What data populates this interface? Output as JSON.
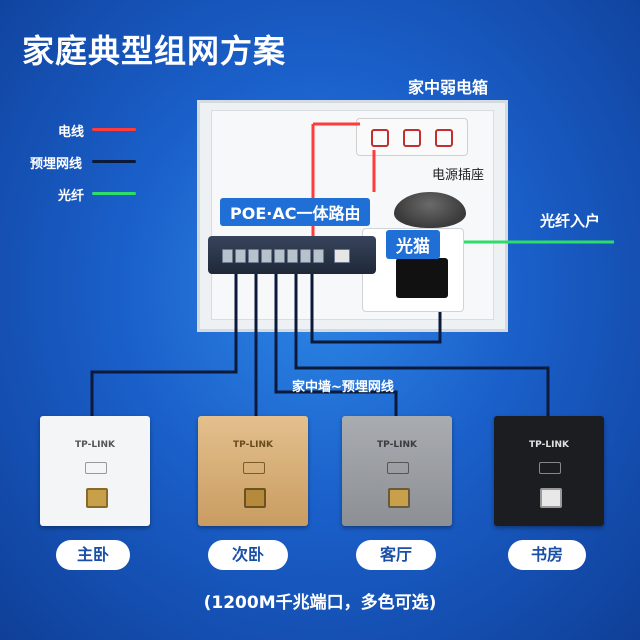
{
  "title": "家庭典型组网方案",
  "box_label": "家中弱电箱",
  "legend": [
    {
      "label": "电线",
      "color": "#ff3b3b"
    },
    {
      "label": "预埋网线",
      "color": "#0b1a3a"
    },
    {
      "label": "光纤",
      "color": "#2edc6a"
    }
  ],
  "labels": {
    "router": "POE·AC一体路由",
    "modem": "光猫",
    "power_strip": "电源插座",
    "fiber_in": "光纤入户",
    "wall_cable": "家中墙~预埋网线"
  },
  "panels": [
    {
      "brand": "TP-LINK",
      "room": "主卧",
      "finish": "white"
    },
    {
      "brand": "TP-LINK",
      "room": "次卧",
      "finish": "gold"
    },
    {
      "brand": "TP-LINK",
      "room": "客厅",
      "finish": "grey"
    },
    {
      "brand": "TP-LINK",
      "room": "书房",
      "finish": "black"
    }
  ],
  "footer": "(1200M千兆端口，多色可选)",
  "colors": {
    "panel_white": "#f4f5f7",
    "panel_gold": "#d9b17a",
    "panel_grey": "#9a9da2",
    "panel_black": "#1c1d20"
  }
}
